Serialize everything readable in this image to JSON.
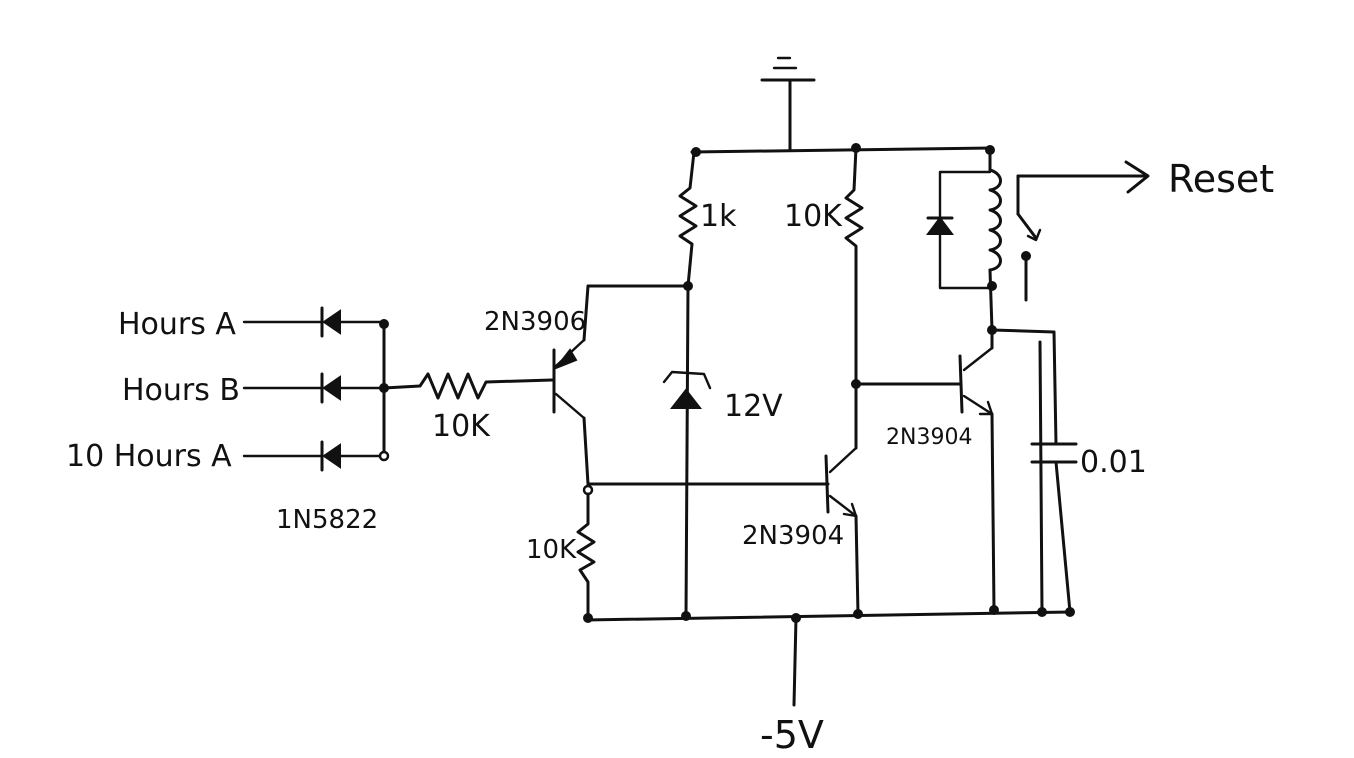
{
  "labels": {
    "input_a": "Hours A",
    "input_b": "Hours B",
    "input_c": "10 Hours A",
    "diode_part": "1N5822",
    "input_resistor": "10K",
    "pnp_transistor": "2N3906",
    "emitter_resistor": "1k",
    "collector_resistor": "10K",
    "lower_resistor": "10K",
    "zener_voltage": "12V",
    "driver_transistor": "2N3904",
    "relay_transistor": "2N3904",
    "capacitor": "0.01",
    "relay_output": "Reset",
    "supply_voltage": "-5V"
  },
  "colors": {
    "ink": "#111111",
    "paper": "#ffffff"
  }
}
